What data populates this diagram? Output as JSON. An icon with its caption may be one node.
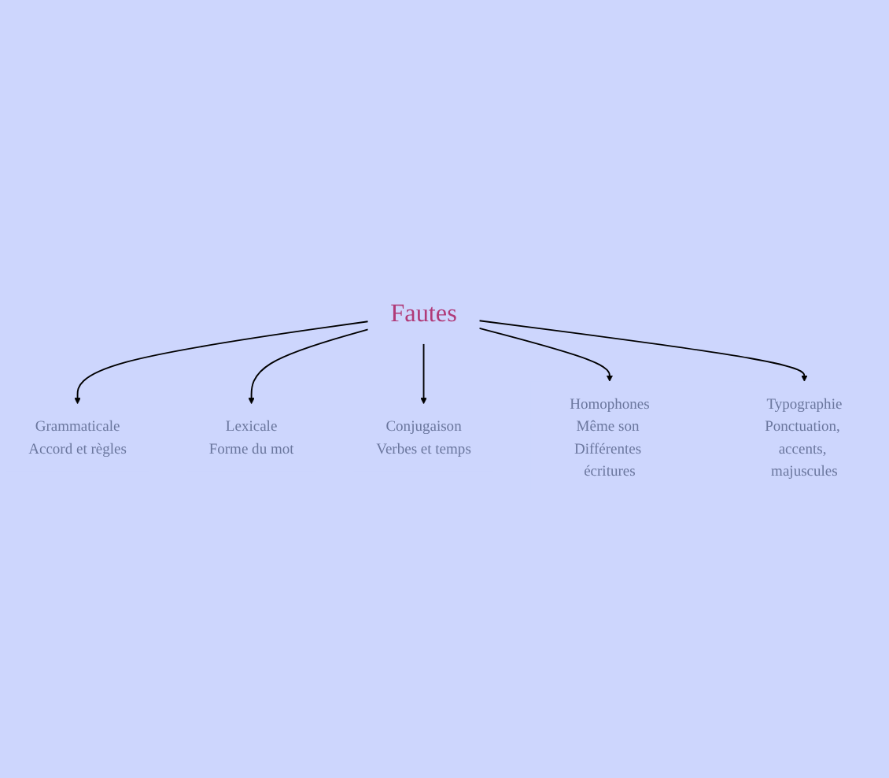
{
  "diagram": {
    "nodes": [
      {
        "text": [
          "Fautes"
        ]
      },
      {
        "text": [
          "Grammaticale",
          "Accord et règles"
        ]
      },
      {
        "text": [
          "Lexicale",
          "Forme du mot"
        ]
      },
      {
        "text": [
          "Conjugaison",
          "Verbes et temps"
        ]
      },
      {
        "text": [
          "Homophones",
          "Même son Différentes écritures"
        ]
      },
      {
        "text": [
          "Typographie",
          "Ponctuation, accents, majuscules"
        ]
      }
    ],
    "edges": [
      {
        "from": 0,
        "to": 1,
        "arrow": "to"
      },
      {
        "from": 0,
        "to": 2,
        "arrow": "to"
      },
      {
        "from": 0,
        "to": 3,
        "arrow": "to"
      },
      {
        "from": 0,
        "to": 4,
        "arrow": "to"
      },
      {
        "from": 0,
        "to": 5,
        "arrow": "to"
      }
    ]
  }
}
